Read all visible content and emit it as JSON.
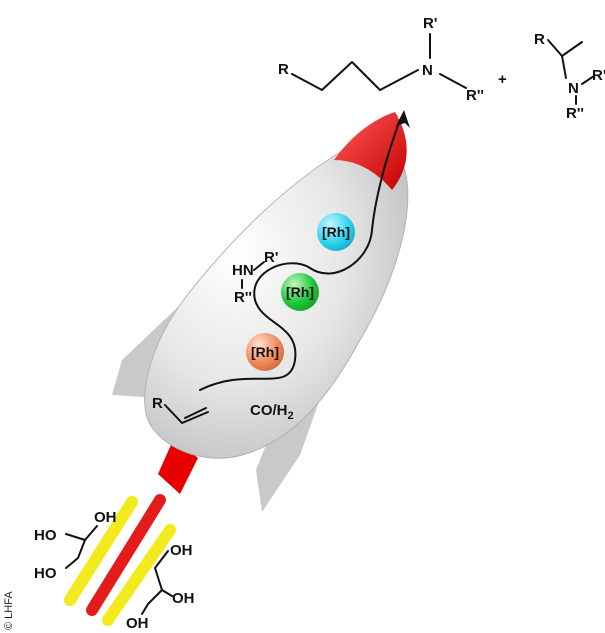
{
  "colors": {
    "rocket_body": "#e2e2e2",
    "rocket_nose": "#e60000",
    "rh_cyan": "#2fd6f0",
    "rh_green": "#20c93a",
    "rh_orange": "#f08a5c",
    "flame_yellow": "#f2ea1c",
    "flame_red": "#e31b1b"
  },
  "product_linear": {
    "r": "R",
    "n": "N",
    "r_prime": "R'",
    "r_double_prime": "R''"
  },
  "plus_sign": "+",
  "product_branched": {
    "r": "R",
    "n": "N",
    "r_prime": "R'",
    "r_double_prime": "R''"
  },
  "amine": {
    "hn": "HN",
    "r_prime": "R'",
    "r_double_prime": "R''"
  },
  "catalysts": [
    "[Rh]",
    "[Rh]",
    "[Rh]"
  ],
  "alkene": {
    "r": "R"
  },
  "syngas": {
    "co": "CO/H",
    "sub": "2"
  },
  "glycerol_left": {
    "oh_top": "OH",
    "ho_mid": "HO",
    "ho_bottom": "HO"
  },
  "glycerol_right": {
    "oh_top": "OH",
    "oh_mid": "OH",
    "oh_bottom": "OH"
  },
  "copyright": "© LHFA"
}
